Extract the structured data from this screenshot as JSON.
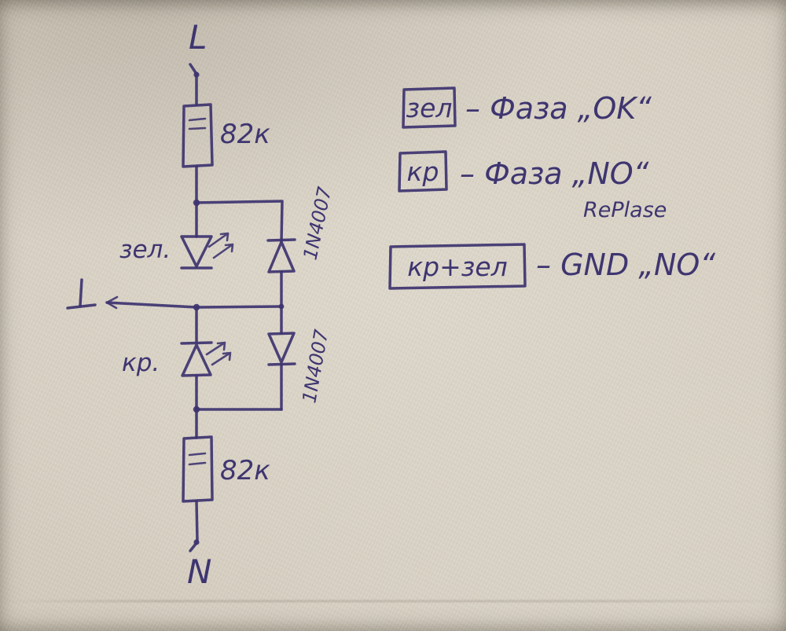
{
  "page": {
    "description": "Hand-drawn LED mains phase indicator schematic on paper",
    "paper_color": "#d7d0c3",
    "ink_color": "#3e3570"
  },
  "circuit": {
    "terminal_top": "L",
    "terminal_bottom": "N",
    "resistor_top_label": "82к",
    "resistor_bottom_label": "82к",
    "led_green_label": "зел.",
    "led_red_label": "кр.",
    "diode_top_label": "1N4007",
    "diode_bottom_label": "1N4007"
  },
  "legend": {
    "items": [
      {
        "box_label": "зел",
        "text": "– Фаза „OK“"
      },
      {
        "box_label": "кр",
        "text": "– Фаза „NO“",
        "note": "RePlase"
      },
      {
        "box_label": "кр+зел",
        "text": "– GND „NO“"
      }
    ]
  }
}
